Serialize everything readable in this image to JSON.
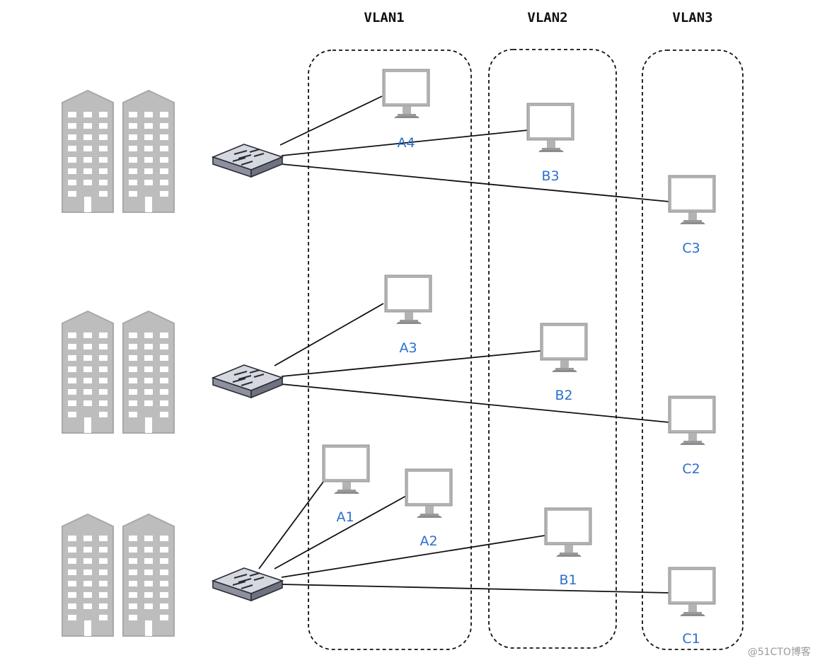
{
  "vlans": [
    {
      "id": "vlan1",
      "title": "VLAN1"
    },
    {
      "id": "vlan2",
      "title": "VLAN2"
    },
    {
      "id": "vlan3",
      "title": "VLAN3"
    }
  ],
  "buildings": [
    {
      "id": "bldg-top"
    },
    {
      "id": "bldg-mid"
    },
    {
      "id": "bldg-bot"
    }
  ],
  "switches": [
    {
      "id": "sw-top"
    },
    {
      "id": "sw-mid"
    },
    {
      "id": "sw-bot"
    }
  ],
  "pcs": [
    {
      "id": "A4",
      "label": "A4",
      "vlan": "vlan1",
      "switch": "sw-top"
    },
    {
      "id": "B3",
      "label": "B3",
      "vlan": "vlan2",
      "switch": "sw-top"
    },
    {
      "id": "C3",
      "label": "C3",
      "vlan": "vlan3",
      "switch": "sw-top"
    },
    {
      "id": "A3",
      "label": "A3",
      "vlan": "vlan1",
      "switch": "sw-mid"
    },
    {
      "id": "B2",
      "label": "B2",
      "vlan": "vlan2",
      "switch": "sw-mid"
    },
    {
      "id": "C2",
      "label": "C2",
      "vlan": "vlan3",
      "switch": "sw-mid"
    },
    {
      "id": "A1",
      "label": "A1",
      "vlan": "vlan1",
      "switch": "sw-bot"
    },
    {
      "id": "A2",
      "label": "A2",
      "vlan": "vlan1",
      "switch": "sw-bot"
    },
    {
      "id": "B1",
      "label": "B1",
      "vlan": "vlan2",
      "switch": "sw-bot"
    },
    {
      "id": "C1",
      "label": "C1",
      "vlan": "vlan3",
      "switch": "sw-bot"
    }
  ],
  "watermark": "@51CTO博客",
  "colors": {
    "label": "#2a6fcf",
    "building": "#bdbdbd",
    "switch": "#a9adb8",
    "monitor_frame": "#a8a8a8",
    "link": "#111111"
  }
}
